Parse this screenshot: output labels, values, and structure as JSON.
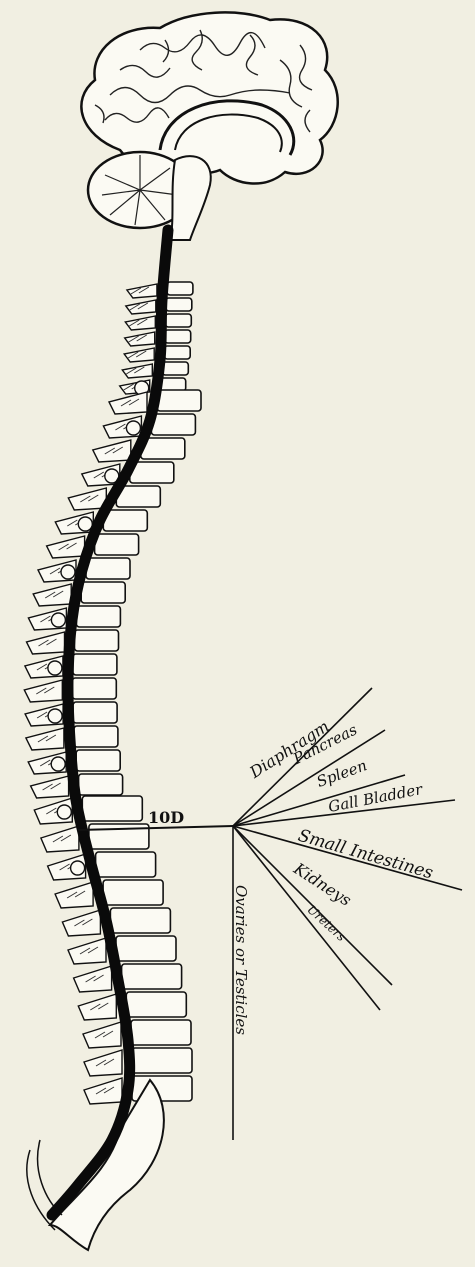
{
  "figure": {
    "nerve_level": "10D",
    "organs": [
      "Diaphragm",
      "Pancreas",
      "Spleen",
      "Gall Bladder",
      "Small Intestines",
      "Kidneys",
      "Ureters",
      "Ovaries or Testicles"
    ]
  },
  "colors": {
    "paper": "#f1efe2",
    "ink": "#111111"
  }
}
